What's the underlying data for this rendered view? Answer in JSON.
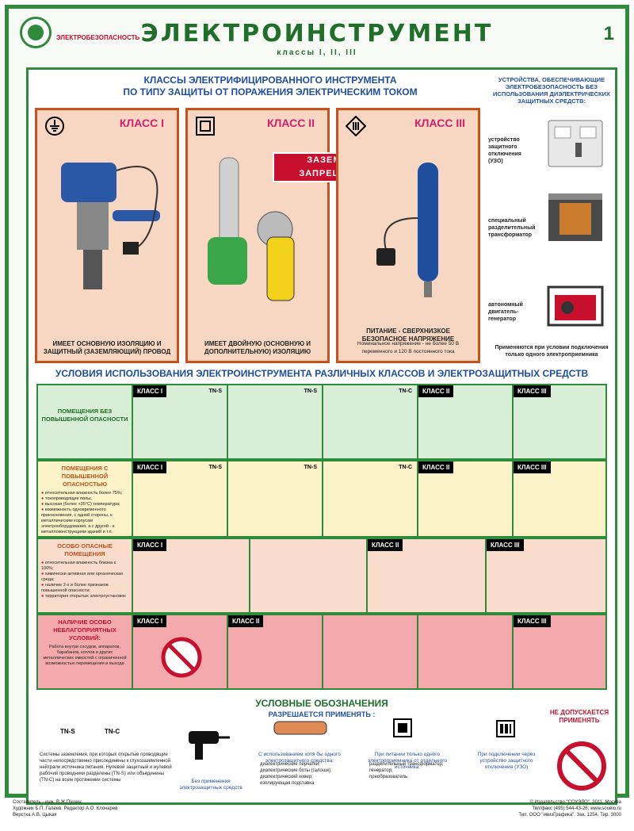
{
  "header": {
    "logo_text": "ЭЛЕКТРОБЕЗОПАСНОСТЬ",
    "title": "ЭЛЕКТРОИНСТРУМЕНТ",
    "subtitle": "классы I, II, III",
    "sheet_number": "1"
  },
  "classes_section": {
    "heading_line1": "КЛАССЫ ЭЛЕКТРИФИЦИРОВАННОГО ИНСТРУМЕНТА",
    "heading_line2": "ПО ТИПУ ЗАЩИТЫ ОТ ПОРАЖЕНИЯ ЭЛЕКТРИЧЕСКИМ ТОКОМ",
    "ban_line1": "ЗАЗЕМЛЯТЬ",
    "ban_line2": "ЗАПРЕЩАЕТСЯ",
    "class1": {
      "title": "КЛАСС I",
      "desc": "ИМЕЕТ ОСНОВНУЮ ИЗОЛЯЦИЮ И ЗАЩИТНЫЙ (ЗАЗЕМЛЯЮЩИЙ) ПРОВОД"
    },
    "class2": {
      "title": "КЛАСС II",
      "desc": "ИМЕЕТ ДВОЙНУЮ (ОСНОВНУЮ И ДОПОЛНИТЕЛЬНУЮ) ИЗОЛЯЦИЮ"
    },
    "class3": {
      "title": "КЛАСС III",
      "desc": "ПИТАНИЕ - СВЕРХНИЗКОЕ БЕЗОПАСНОЕ НАПРЯЖЕНИЕ",
      "note": "Номинальное напряжение - не более 50 В переменного и 120 В постоянного тока"
    }
  },
  "devices": {
    "heading": "УСТРОЙСТВА, ОБЕСПЕЧИВАЮЩИЕ ЭЛЕКТРОБЕЗОПАСНОСТЬ БЕЗ ИСПОЛЬЗОВАНИЯ ДИЭЛЕКТРИЧЕСКИХ ЗАЩИТНЫХ СРЕДСТВ:",
    "uzo": "устройство защитного отключения (УЗО)",
    "transformer": "специальный разделительный трансформатор",
    "generator": "автономный двигатель-генератор",
    "note": "Применяются при условии подключения только одного электроприемника"
  },
  "conditions": {
    "heading": "УСЛОВИЯ ИСПОЛЬЗОВАНИЯ ЭЛЕКТРОИНСТРУМЕНТА РАЗЛИЧНЫХ КЛАССОВ И ЭЛЕКТРОЗАЩИТНЫХ СРЕДСТВ",
    "row1": {
      "label": "ПОМЕЩЕНИЯ БЕЗ ПОВЫШЕННОЙ ОПАСНОСТИ",
      "c1": "КЛАСС I",
      "tn1": "TN-S",
      "tn2": "TN-S",
      "tn3": "TN-C",
      "c2": "КЛАСС II",
      "c3": "КЛАСС III"
    },
    "row2": {
      "label": "ПОМЕЩЕНИЯ С ПОВЫШЕННОЙ ОПАСНОСТЬЮ",
      "items": [
        "относительная влажность более 75%;",
        "токопроводящие полы;",
        "высокая (более +35°С) температура;",
        "возможность одновременного прикосновения, с одной стороны, к металлическим корпусам электрооборудования, а с другой - к металлоконструкциям зданий и т.п."
      ],
      "c1": "КЛАСС I",
      "tn1": "TN-S",
      "tn2": "TN-S",
      "tn3": "TN-C",
      "c2": "КЛАСС II",
      "c3": "КЛАСС III"
    },
    "row3": {
      "label": "ОСОБО ОПАСНЫЕ ПОМЕЩЕНИЯ",
      "items": [
        "относительная влажность близка к 100%;",
        "химически активная или органическая среда;",
        "наличие 2-х и более признаков повышенной опасности;",
        "территория открытых электроустановок"
      ],
      "c1": "КЛАСС I",
      "c2": "КЛАСС II",
      "c3": "КЛАСС III"
    },
    "row4": {
      "label": "НАЛИЧИЕ ОСОБО НЕБЛАГОПРИЯТНЫХ УСЛОВИЙ:",
      "text": "Работа внутри сосудов, аппаратов, барабанов, котлов и других металлических емкостей с ограниченной возможностью перемещения и выхода",
      "c1": "КЛАСС I",
      "c2": "КЛАСС II",
      "c3": "КЛАСС III"
    }
  },
  "legend": {
    "title": "УСЛОВНЫЕ ОБОЗНАЧЕНИЯ",
    "allowed": "РАЗРЕШАЕТСЯ ПРИМЕНЯТЬ :",
    "denied": "НЕ ДОПУСКАЕТСЯ ПРИМЕНЯТЬ",
    "tns": "TN-S",
    "tnc": "TN-C",
    "grounding_text": "Системы заземления, при которых открытые проводящие части непосредственно присоединены к глухозаземленной нейтрали источника питания. Нулевой защитный и нулевой рабочий проводники разделены (TN-S) или объединены (TN-C) на всем протяжении системы",
    "no_protection": "Без применения электрозащитных средств",
    "with_protection": "С использованием хотя бы одного электрозащитного средства:",
    "protection_items": [
      "диэлектрические перчатки;",
      "диэлектрические боты (галоши);",
      "диэлектрический ковер;",
      "изолирующая подставка"
    ],
    "single_supply": "При питании только одного электроприемника от отдельного источника:",
    "supply_items": [
      "разделительный трансформатор;",
      "генератор;",
      "преобразователь"
    ],
    "uzo_supply": "При подключении через устройство защитного отключения (УЗО)"
  },
  "footer": {
    "left1": "Составитель - инж. В.Ж.Пушин",
    "left2": "Художник Б.П. Галеев. Редактор А.О. Клочарев",
    "left3": "Верстка А.В. Цыкая",
    "right1": "© Издательство \"СОУЭЛО\", 2011. Москва",
    "right2": "Тел/факс (495) 544-43-26; www.souelo.ru",
    "right3": "Тип. ООО \"ивизГрафика\". Зак. 1254. Тир. 3000"
  }
}
